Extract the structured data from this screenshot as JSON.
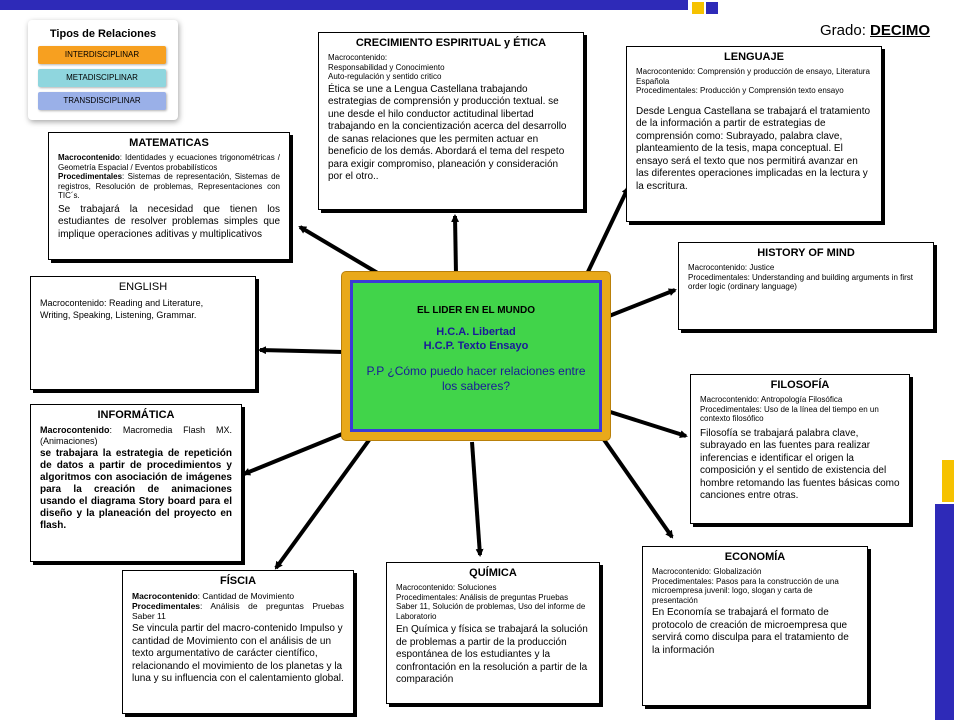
{
  "header": {
    "grado_label": "Grado: ",
    "grado_value": "DECIMO"
  },
  "legend": {
    "title": "Tipos de Relaciones",
    "items": [
      "INTERDISCIPLINAR",
      "METADISCIPLINAR",
      "TRANSDISCIPLINAR"
    ],
    "colors": [
      "#f7a020",
      "#8fd6de",
      "#9ab0e8"
    ]
  },
  "center": {
    "title": "EL LIDER EN EL MUNDO",
    "line1": "H.C.A. Libertad",
    "line2": "H.C.P. Texto Ensayo",
    "pp_prefix": "P.P ",
    "question": "¿Cómo puedo hacer relaciones entre los saberes?"
  },
  "crecimiento": {
    "title": "CRECIMIENTO ESPIRITUAL y ÉTICA",
    "l1": "Macrocontenido:",
    "l2": "Responsabilidad y Conocimiento",
    "l3": "Auto-regulación y sentido critico",
    "body": "Ética se une a Lengua Castellana trabajando estrategias de comprensión y producción textual. se une desde el hilo conductor actitudinal libertad trabajando en la concientización acerca del desarrollo de sanas relaciones que les permiten actuar en beneficio de los demás. Abordará el tema del respeto para exigir compromiso, planeación y consideración por el otro.."
  },
  "lenguaje": {
    "title": "LENGUAJE",
    "l1": "Macrocontenido: Comprensión y producción de ensayo, Literatura Española",
    "l2": "Procedimentales: Producción y Comprensión texto ensayo",
    "body": "Desde Lengua Castellana se trabajará el tratamiento de la información a partir de estrategias de comprensión como: Subrayado, palabra clave, planteamiento de la tesis, mapa conceptual. El ensayo será el texto que nos permitirá avanzar en las diferentes operaciones implicadas en la lectura y la escritura."
  },
  "matematicas": {
    "title": "MATEMATICAS",
    "l1b": "Macrocontenido",
    "l1": ": Identidades y ecuaciones trigonométricas / Geometría Espacial / Eventos probabilísticos",
    "l2b": "Procedimentales",
    "l2": ": Sistemas de representación, Sistemas de registros, Resolución de problemas, Representaciones con TIC´s.",
    "body": "Se trabajará la necesidad que tienen los estudiantes de resolver problemas simples que implique operaciones aditivas y multiplicativos"
  },
  "history": {
    "title": "HISTORY OF MIND",
    "l1": "Macrocontenido: Justice",
    "l2": "Procedimentales: Understanding and building arguments in first order logic (ordinary language)"
  },
  "english": {
    "title": "ENGLISH",
    "l1": "Macrocontenido: Reading and Literature,",
    "l2": "Writing, Speaking, Listening, Grammar."
  },
  "filosofia": {
    "title": "FILOSOFÍA",
    "l1": "Macrocontenido: Antropología Filosófica",
    "l2": "Procedimentales: Uso de la línea del tiempo en un contexto filosófico",
    "body": "Filosofía se trabajará palabra clave, subrayado en las fuentes para realizar inferencias e identificar el origen la composición y el sentido de existencia del hombre retomando las fuentes básicas como canciones entre otras."
  },
  "informatica": {
    "title": "INFORMÁTICA",
    "l1b": "Macrocontenido",
    "l1": ": Macromedia Flash MX. (Animaciones)",
    "body": "se trabajara la estrategia de repetición de datos a partir de procedimientos y algoritmos con asociación de imágenes para la creación de animaciones usando el diagrama Story board para el diseño y la planeación del proyecto en flash."
  },
  "economia": {
    "title": "ECONOMÍA",
    "l1": "Macrocontenido: Globalización",
    "l2": "Procedimentales: Pasos para la construcción de una microempresa juvenil: logo, slogan y carta de presentación",
    "body": "En Economía se trabajará el formato de protocolo de creación de microempresa que servirá como disculpa para el tratamiento de la información"
  },
  "fisica": {
    "title": "FÍSCIA",
    "l1b": "Macrocontenido",
    "l1": ": Cantidad de Movimiento",
    "l2b": "Procedimentales",
    "l2": ": Análisis de preguntas Pruebas Saber 11",
    "body": "Se vincula partir del macro-contenido Impulso y cantidad de Movimiento con el análisis de un texto argumentativo de carácter científico, relacionando el movimiento de los planetas y la luna y su influencia con el calentamiento global."
  },
  "quimica": {
    "title": "QUÍMICA",
    "l1": "Macrocontenido: Soluciones",
    "l2": "Procedimentales: Análisis de preguntas Pruebas Saber 11, Solución de problemas, Uso del informe de Laboratorio",
    "body": "En Química y física se trabajará la solución de problemas a partir de la producción espontánea de los estudiantes y la confrontación en la resolución a partir de la comparación"
  }
}
